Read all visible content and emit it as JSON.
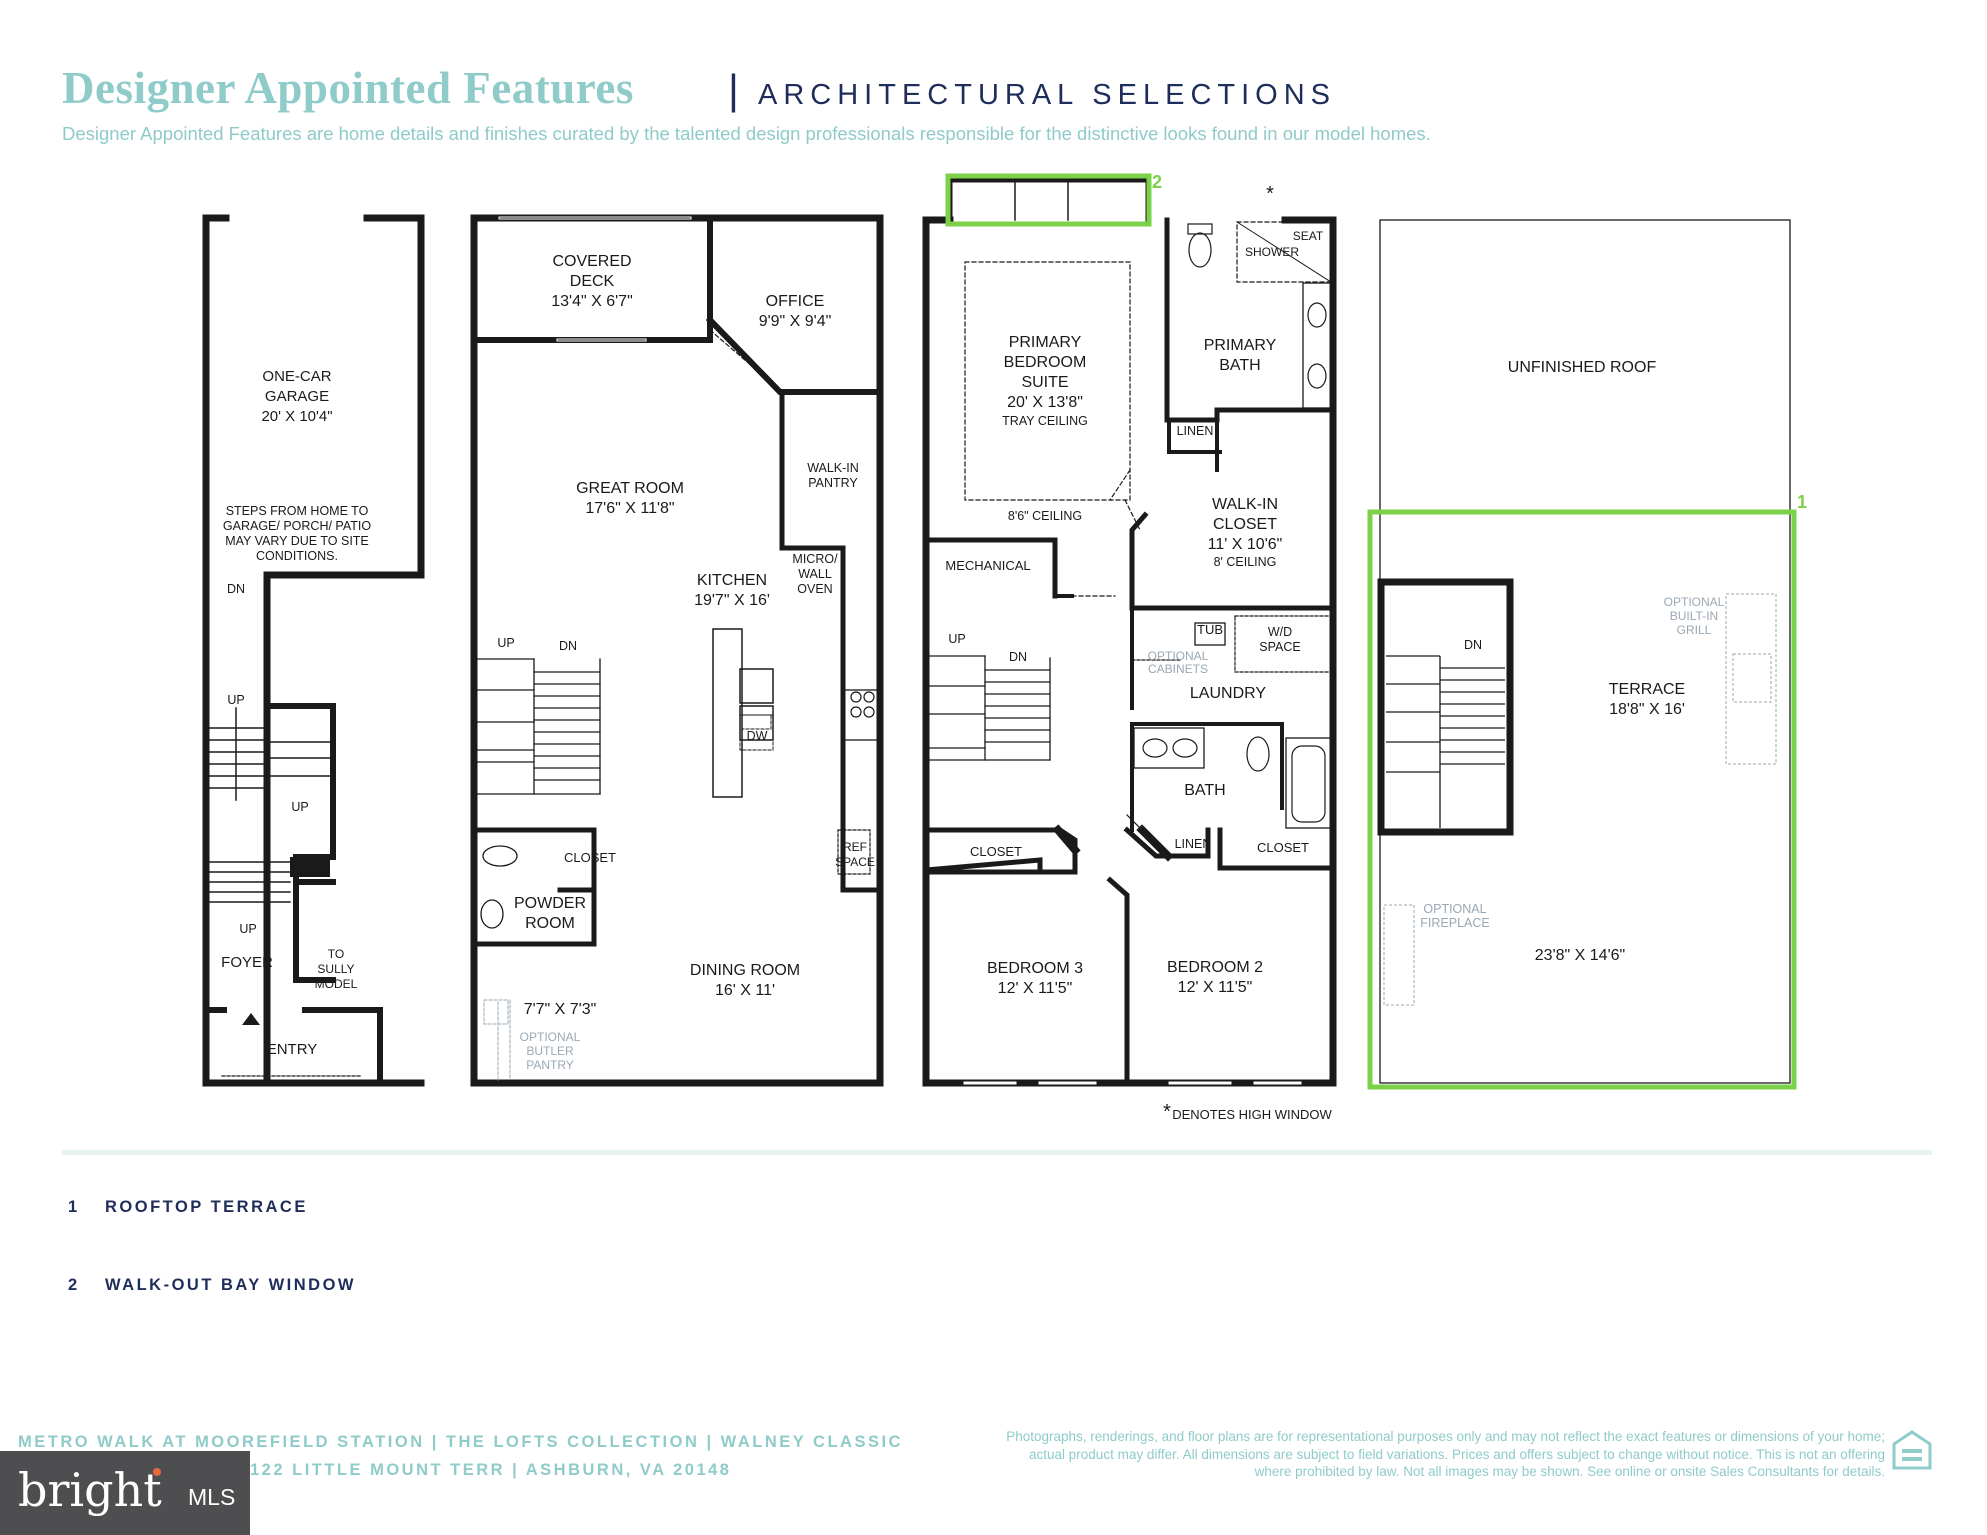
{
  "header": {
    "title": "Designer Appointed Features",
    "separator": "|",
    "subtitle": "ARCHITECTURAL SELECTIONS",
    "description": "Designer Appointed Features are home details and finishes curated by the talented design professionals responsible for the distinctive looks found in our model homes."
  },
  "plan1": {
    "garage": [
      "ONE-CAR",
      "GARAGE",
      "20' X 10'4\""
    ],
    "steps_note": [
      "STEPS FROM HOME TO",
      "GARAGE/ PORCH/ PATIO",
      "MAY VARY DUE TO SITE",
      "CONDITIONS."
    ],
    "dn": "DN",
    "up1": "UP",
    "up2": "UP",
    "up3": "UP",
    "foyer": "FOYER",
    "to_sully": [
      "TO",
      "SULLY",
      "MODEL"
    ],
    "entry": "ENTRY"
  },
  "plan2": {
    "covered_deck": [
      "COVERED",
      "DECK",
      "13'4\" X 6'7\""
    ],
    "office": [
      "OFFICE",
      "9'9\" X 9'4\""
    ],
    "great_room": [
      "GREAT ROOM",
      "17'6\" X 11'8\""
    ],
    "walk_in_pantry": [
      "WALK-IN",
      "PANTRY"
    ],
    "micro_wall_oven": [
      "MICRO/",
      "WALL",
      "OVEN"
    ],
    "kitchen": [
      "KITCHEN",
      "19'7\" X 16'"
    ],
    "up": "UP",
    "dn": "DN",
    "dw": "DW",
    "ref_space": [
      "REF",
      "SPACE"
    ],
    "closet": "CLOSET",
    "powder_room": [
      "POWDER",
      "ROOM"
    ],
    "dining_room": [
      "DINING ROOM",
      "16' X 11'"
    ],
    "butler_dims": "7'7\" X 7'3\"",
    "optional_butler": [
      "OPTIONAL",
      "BUTLER",
      "PANTRY"
    ]
  },
  "plan3": {
    "primary_bedroom": [
      "PRIMARY",
      "BEDROOM",
      "SUITE",
      "20' X 13'8\""
    ],
    "tray_ceiling": "TRAY CEILING",
    "ceiling_86": "8'6\" CEILING",
    "seat": "SEAT",
    "shower": "SHOWER",
    "star": "*",
    "primary_bath": [
      "PRIMARY",
      "BATH"
    ],
    "linen": "LINEN",
    "walk_in_closet": [
      "WALK-IN",
      "CLOSET",
      "11' X 10'6\""
    ],
    "ceiling_8": "8' CEILING",
    "mechanical": "MECHANICAL",
    "tub": "TUB",
    "wd_space": [
      "W/D",
      "SPACE"
    ],
    "optional_cabinets": [
      "OPTIONAL",
      "CABINETS"
    ],
    "laundry": "LAUNDRY",
    "up": "UP",
    "dn": "DN",
    "bath": "BATH",
    "linen2": "LINEN",
    "closet_left": "CLOSET",
    "closet_right": "CLOSET",
    "bedroom3": [
      "BEDROOM 3",
      "12' X 11'5\""
    ],
    "bedroom2": [
      "BEDROOM 2",
      "12' X 11'5\""
    ],
    "high_window_note": "DENOTES HIGH WINDOW"
  },
  "plan4": {
    "unfinished_roof": "UNFINISHED ROOF",
    "optional_grill": [
      "OPTIONAL",
      "BUILT-IN",
      "GRILL"
    ],
    "dn": "DN",
    "terrace": [
      "TERRACE",
      "18'8\" X 16'"
    ],
    "optional_fireplace": [
      "OPTIONAL",
      "FIREPLACE"
    ],
    "terrace_dims": "23'8\" X 14'6\""
  },
  "markers": {
    "m1": "1",
    "m2": "2"
  },
  "legend": [
    {
      "num": "1",
      "label": "ROOFTOP TERRACE"
    },
    {
      "num": "2",
      "label": "WALK-OUT BAY WINDOW"
    }
  ],
  "footer": {
    "line1": "METRO WALK AT MOOREFIELD STATION   |   THE LOFTS COLLECTION   |   WALNEY CLASSIC",
    "line2": "122 LITTLE MOUNT TERR   |   ASHBURN, VA 20148",
    "disclaimer": "Photographs, renderings, and floor plans are for representational purposes only and may not reflect the exact features or dimensions of your home; actual product may differ. All dimensions are subject to field variations. Prices and offers subject to change without notice. This is not an offering where prohibited by law. Not all images may be shown. See online or onsite Sales Consultants for details."
  },
  "logo": {
    "brand": "bright",
    "suffix": "MLS"
  },
  "colors": {
    "accent": "#8fcbc9",
    "navy": "#1f2d5a",
    "highlight": "#7cd14a",
    "wall": "#1a1a1a"
  }
}
